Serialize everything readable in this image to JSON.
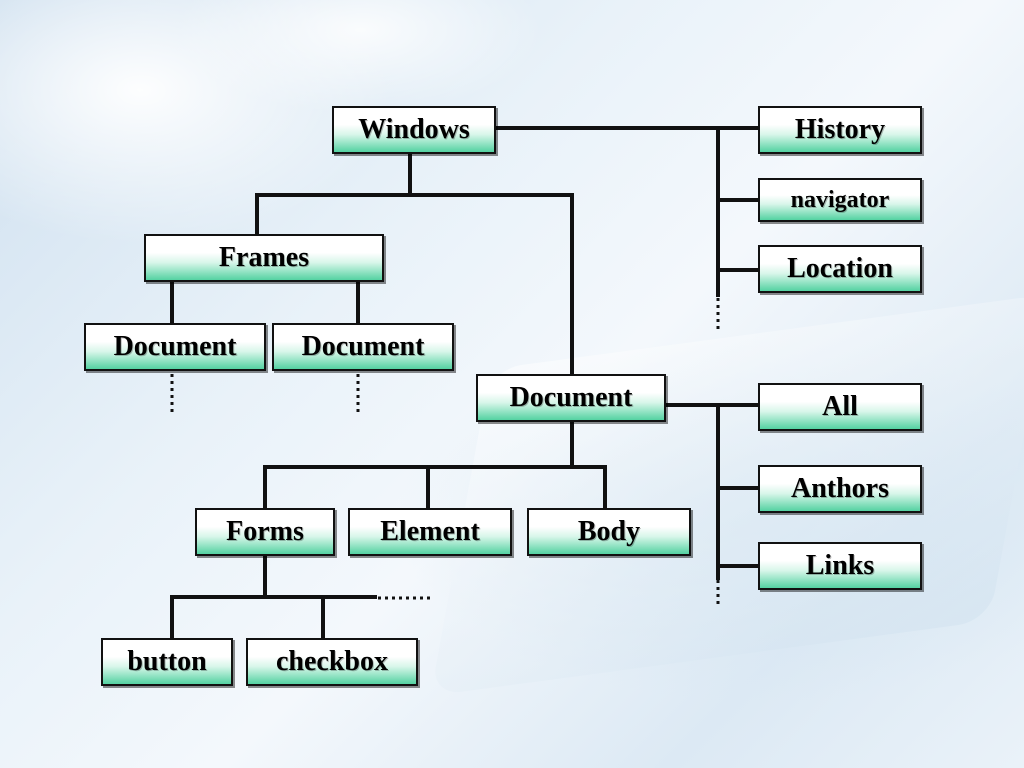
{
  "diagram": {
    "nodes": {
      "windows": "Windows",
      "history": "History",
      "navigator": "navigator",
      "location": "Location",
      "frames": "Frames",
      "frame_document_1": "Document",
      "frame_document_2": "Document",
      "document": "Document",
      "all": "All",
      "anthors": "Anthors",
      "links": "Links",
      "forms": "Forms",
      "element": "Element",
      "body": "Body",
      "button": "button",
      "checkbox": "checkbox"
    },
    "colors": {
      "node_fill_top": "#ffffff",
      "node_fill_bottom": "#54d2a2",
      "line": "#111111",
      "background": "#e3eef7"
    }
  }
}
